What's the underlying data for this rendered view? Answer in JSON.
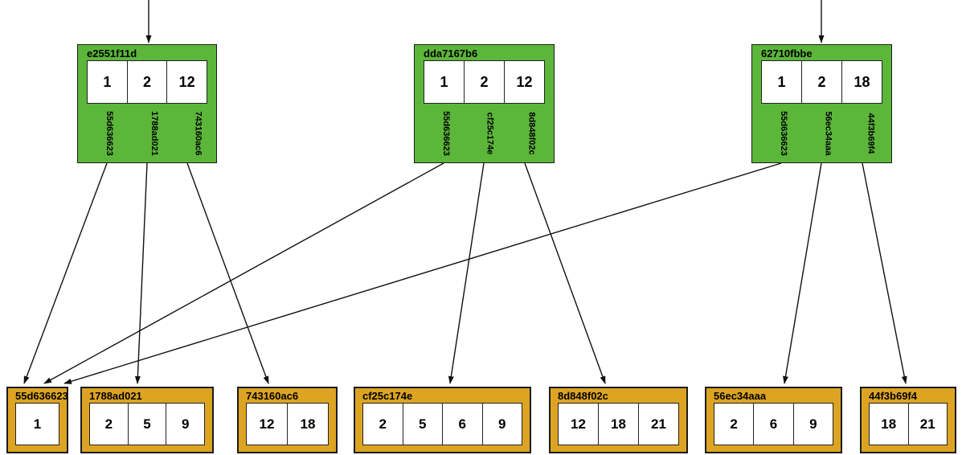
{
  "diagram": {
    "kind": "btree-page-graph",
    "colors": {
      "internal_fill": "#5cb63a",
      "leaf_fill": "#dca422",
      "edge": "#111111",
      "background": "#ffffff"
    },
    "internal_nodes": [
      {
        "id": "e2551f11d",
        "keys": [
          "1",
          "2",
          "12"
        ],
        "pointers": [
          "55d636623",
          "1788ad021",
          "743160ac6"
        ]
      },
      {
        "id": "dda7167b6",
        "keys": [
          "1",
          "2",
          "12"
        ],
        "pointers": [
          "55d636623",
          "cf25c174e",
          "8d848f02c"
        ]
      },
      {
        "id": "62710fbbe",
        "keys": [
          "1",
          "2",
          "18"
        ],
        "pointers": [
          "55d636623",
          "56ec34aaa",
          "44f3b69f4"
        ]
      }
    ],
    "leaf_nodes": [
      {
        "id": "55d636623",
        "keys": [
          "1"
        ]
      },
      {
        "id": "1788ad021",
        "keys": [
          "2",
          "5",
          "9"
        ]
      },
      {
        "id": "743160ac6",
        "keys": [
          "12",
          "18"
        ]
      },
      {
        "id": "cf25c174e",
        "keys": [
          "2",
          "5",
          "6",
          "9"
        ]
      },
      {
        "id": "8d848f02c",
        "keys": [
          "12",
          "18",
          "21"
        ]
      },
      {
        "id": "56ec34aaa",
        "keys": [
          "2",
          "6",
          "9"
        ]
      },
      {
        "id": "44f3b69f4",
        "keys": [
          "18",
          "21"
        ]
      }
    ],
    "edges": [
      {
        "from": "e2551f11d",
        "pointer": "55d636623",
        "to": "55d636623"
      },
      {
        "from": "e2551f11d",
        "pointer": "1788ad021",
        "to": "1788ad021"
      },
      {
        "from": "e2551f11d",
        "pointer": "743160ac6",
        "to": "743160ac6"
      },
      {
        "from": "dda7167b6",
        "pointer": "55d636623",
        "to": "55d636623"
      },
      {
        "from": "dda7167b6",
        "pointer": "cf25c174e",
        "to": "cf25c174e"
      },
      {
        "from": "dda7167b6",
        "pointer": "8d848f02c",
        "to": "8d848f02c"
      },
      {
        "from": "62710fbbe",
        "pointer": "55d636623",
        "to": "55d636623"
      },
      {
        "from": "62710fbbe",
        "pointer": "56ec34aaa",
        "to": "56ec34aaa"
      },
      {
        "from": "62710fbbe",
        "pointer": "44f3b69f4",
        "to": "44f3b69f4"
      }
    ],
    "incoming_root_arrows": [
      "e2551f11d",
      "62710fbbe"
    ]
  }
}
